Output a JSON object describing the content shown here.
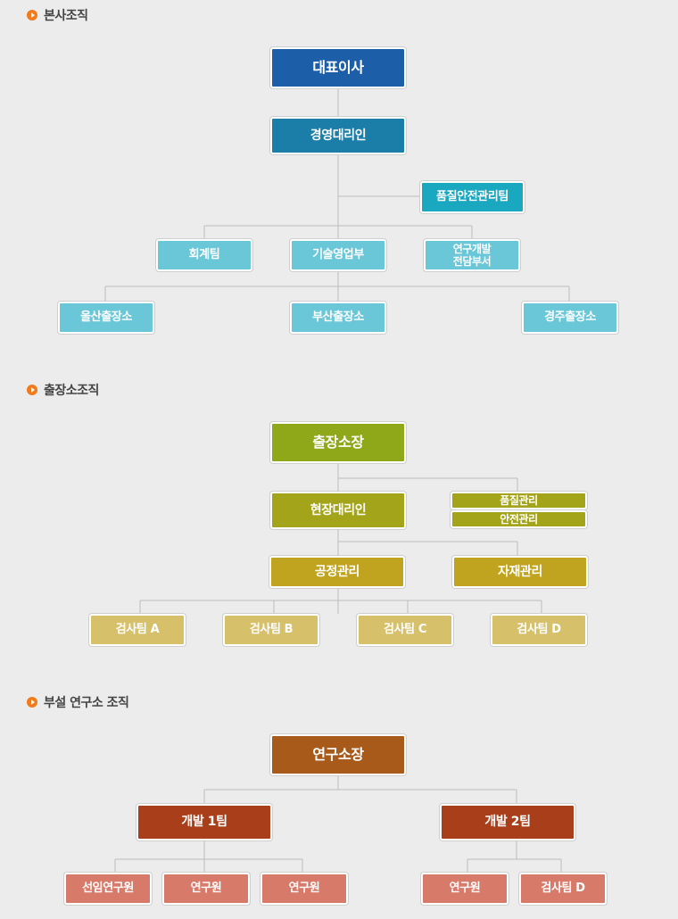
{
  "sections": [
    {
      "title": "본사조직"
    },
    {
      "title": "출장소조직"
    },
    {
      "title": "부설 연구소 조직"
    }
  ],
  "hq": {
    "ceo": "대표이사",
    "agent": "경영대리인",
    "qa_team": "품질안전관리팀",
    "accounting": "회계팀",
    "tech_sales": "기술영업부",
    "rnd_dept": "연구개발\n전담부서",
    "ulsan": "울산출장소",
    "busan": "부산출장소",
    "gyeongju": "경주출장소"
  },
  "branch": {
    "head": "출장소장",
    "site_agent": "현장대리인",
    "quality": "품질관리",
    "safety": "안전관리",
    "process": "공정관리",
    "material": "자재관리",
    "team_a": "검사팀 A",
    "team_b": "검사팀 B",
    "team_c": "검사팀 C",
    "team_d": "검사팀 D"
  },
  "lab": {
    "head": "연구소장",
    "dev1": "개발 1팀",
    "dev2": "개발 2팀",
    "senior": "선임연구원",
    "researcher1": "연구원",
    "researcher2": "연구원",
    "researcher3": "연구원",
    "inspect_d": "검사팀 D"
  },
  "colors": {
    "bullet": "#f07a1c",
    "hq_top": "#1c5fa8",
    "hq_second": "#1a7ea8",
    "hq_qa": "#1aa7c0",
    "hq_light": "#6ac7d8",
    "br_top": "#8fa81a",
    "br_second": "#a4a41a",
    "br_third": "#c0a420",
    "br_light": "#d6c06a",
    "lab_top": "#a85a1a",
    "lab_second": "#a83e1a",
    "lab_light": "#d87a6a",
    "line": "#bcbcbc"
  }
}
